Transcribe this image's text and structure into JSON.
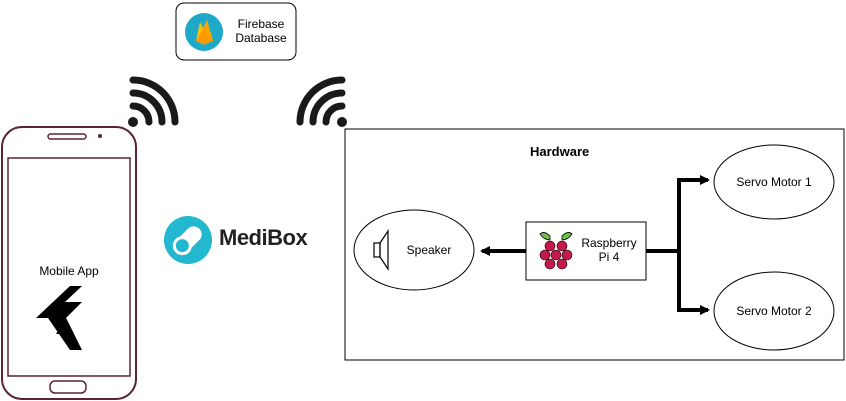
{
  "firebase": {
    "label": "Firebase\nDatabase",
    "icon": "firebase-flame-icon"
  },
  "phone": {
    "label": "Mobile App",
    "icon": "flutter-logo-icon"
  },
  "brand": {
    "name": "MediBox",
    "icon": "medibox-pill-icon",
    "color": "#22b8cf"
  },
  "hardware": {
    "title": "Hardware",
    "speaker": {
      "label": "Speaker",
      "icon": "speaker-icon"
    },
    "pi": {
      "label": "Raspberry\nPi 4",
      "icon": "raspberry-icon"
    },
    "servo1": {
      "label": "Servo Motor 1"
    },
    "servo2": {
      "label": "Servo Motor 2"
    }
  },
  "colors": {
    "phone_stroke": "#5b2333",
    "firebase_orange": "#f5a623",
    "firebase_bg": "#1fa9c9",
    "raspberry_red": "#c51a4a",
    "leaf_green": "#6cc04a"
  }
}
